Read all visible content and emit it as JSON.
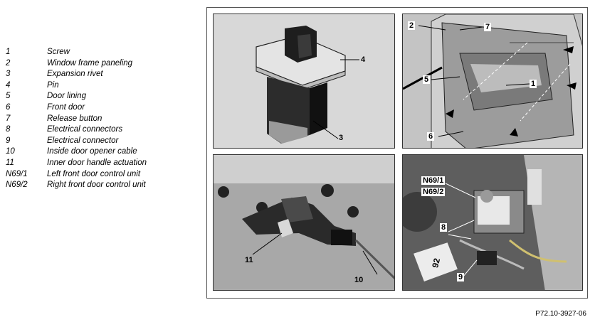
{
  "legend": [
    {
      "num": "1",
      "desc": "Screw"
    },
    {
      "num": "2",
      "desc": "Window frame paneling"
    },
    {
      "num": "3",
      "desc": "Expansion rivet"
    },
    {
      "num": "4",
      "desc": "Pin"
    },
    {
      "num": "5",
      "desc": "Door lining"
    },
    {
      "num": "6",
      "desc": "Front door"
    },
    {
      "num": "7",
      "desc": "Release button"
    },
    {
      "num": "8",
      "desc": "Electrical connectors"
    },
    {
      "num": "9",
      "desc": "Electrical connector"
    },
    {
      "num": "10",
      "desc": "Inside door opener cable"
    },
    {
      "num": "11",
      "desc": "Inner door handle actuation"
    },
    {
      "num": "N69/1",
      "desc": "Left front door control unit"
    },
    {
      "num": "N69/2",
      "desc": "Right front door control unit"
    }
  ],
  "callouts": {
    "c1": "1",
    "c2": "2",
    "c3": "3",
    "c4": "4",
    "c5": "5",
    "c6": "6",
    "c7": "7",
    "c8": "8",
    "c9": "9",
    "c10": "10",
    "c11": "11",
    "n691": "N69/1",
    "n692": "N69/2",
    "tag92": "92"
  },
  "reference_code": "P72.10-3927-06"
}
